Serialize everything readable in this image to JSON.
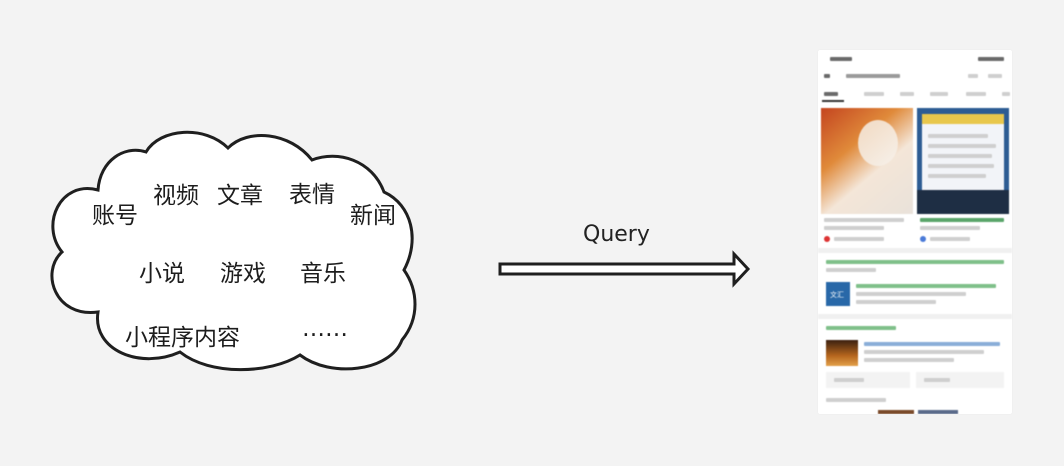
{
  "cloud_words": [
    "账号",
    "视频",
    "文章",
    "表情",
    "新闻",
    "小说",
    "游戏",
    "音乐",
    "小程序内容",
    "……"
  ],
  "arrow_label": "Query",
  "phone": {
    "status_time": "",
    "tab_first": "",
    "card_badge": "文汇"
  },
  "colors": {
    "background": "#f3f3f3",
    "outline": "#1f1f1f",
    "accent_green": "#07c160"
  }
}
